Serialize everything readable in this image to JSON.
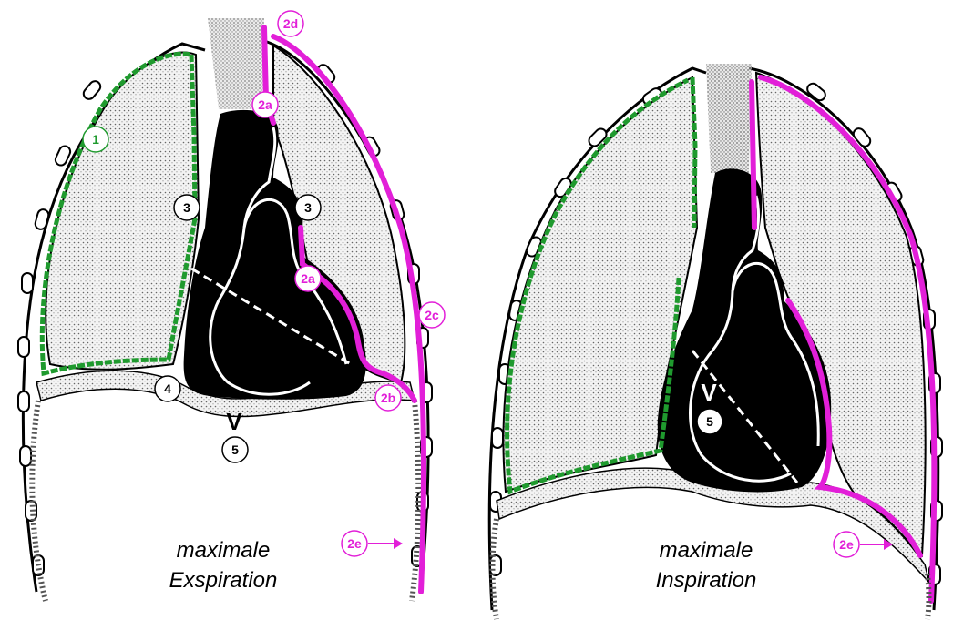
{
  "colors": {
    "green": "#1f9a2e",
    "magenta": "#e21fd8",
    "black": "#000000",
    "lung_fill": "#f2f2f2",
    "dot": "#555555"
  },
  "panels": [
    {
      "id": "expiration",
      "caption_line1": "maximale",
      "caption_line2": "Exspiration"
    },
    {
      "id": "inspiration",
      "caption_line1": "maximale",
      "caption_line2": "Inspiration"
    }
  ],
  "labels": {
    "l1": "1",
    "l2a_top": "2a",
    "l2a_mid": "2a",
    "l2b": "2b",
    "l2c": "2c",
    "l2d": "2d",
    "l2e_left": "2e",
    "l2e_right": "2e",
    "l3_left": "3",
    "l3_right": "3",
    "l4": "4",
    "l5_left": "5",
    "l5_right": "5",
    "v_left": "V",
    "v_right": "V"
  }
}
